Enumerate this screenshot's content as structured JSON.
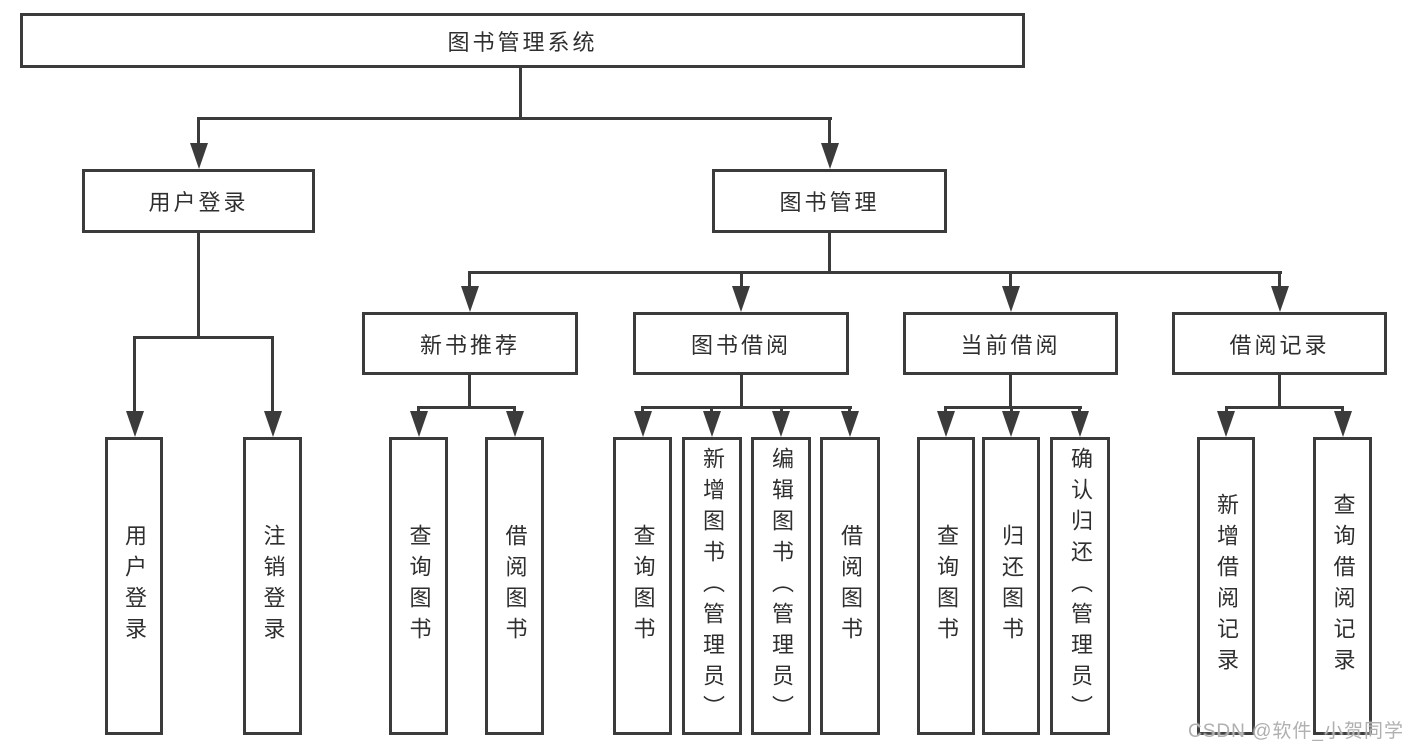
{
  "colors": {
    "line": "#3b3b3b",
    "text": "#2f2f2f",
    "background": "#ffffff",
    "watermark": "#b0b0b0"
  },
  "diagram": {
    "root": "图书管理系统",
    "level2": [
      "用户登录",
      "图书管理"
    ],
    "level3": [
      "新书推荐",
      "图书借阅",
      "当前借阅",
      "借阅记录"
    ],
    "leaves": {
      "user_login": [
        "用户登录",
        "注销登录"
      ],
      "new_books": [
        "查询图书",
        "借阅图书"
      ],
      "book_borrowing": [
        "查询图书",
        "新增图书（管理员）",
        "编辑图书（管理员）",
        "借阅图书"
      ],
      "current_borrowing": [
        "查询图书",
        "归还图书",
        "确认归还（管理员）"
      ],
      "borrowing_records": [
        "新增借阅记录",
        "查询借阅记录"
      ]
    }
  },
  "watermark": "CSDN @软件_小贺同学"
}
